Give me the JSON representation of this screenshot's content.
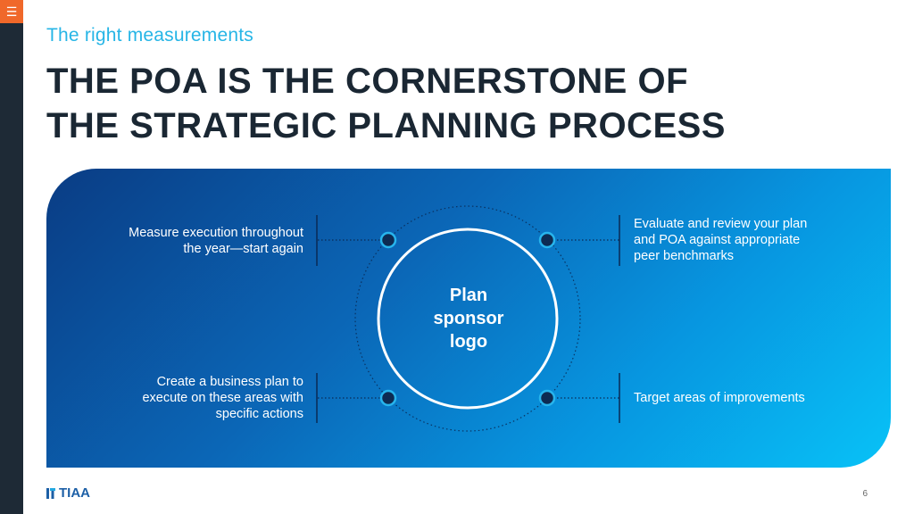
{
  "slide": {
    "subtitle": "The right measurements",
    "title_line1": "THE POA IS THE CORNERSTONE OF",
    "title_line2": "THE STRATEGIC PLANNING PROCESS",
    "page_number": "6"
  },
  "diagram": {
    "center_line1": "Plan",
    "center_line2": "sponsor",
    "center_line3": "logo",
    "top_left_line1": "Measure execution throughout",
    "top_left_line2": "the year—start again",
    "top_right_line1": "Evaluate and review your plan",
    "top_right_line2": "and POA against appropriate",
    "top_right_line3": "peer benchmarks",
    "bottom_left_line1": "Create a business plan to",
    "bottom_left_line2": "execute on these areas with",
    "bottom_left_line3": "specific actions",
    "bottom_right_line1": "Target areas of improvements"
  },
  "footer": {
    "logo_text": "TIAA"
  },
  "colors": {
    "accent_orange": "#f0682a",
    "subtitle_cyan": "#26b5e6",
    "title_navy": "#1a2733",
    "panel_dark": "#0a3c84",
    "panel_light": "#08c2f7",
    "dot_fill": "#0d2b52",
    "dot_ring": "#27b4ec"
  },
  "icons": {
    "menu": "hamburger-menu-icon"
  }
}
